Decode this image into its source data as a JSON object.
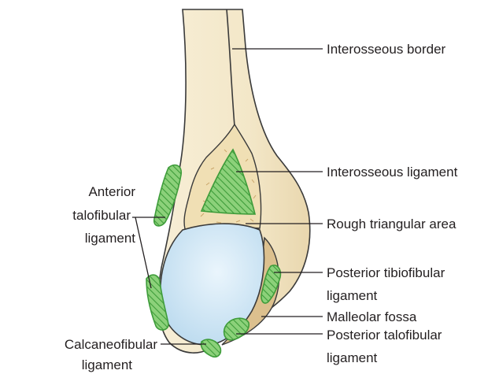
{
  "diagram": {
    "colors": {
      "bone": "#f3e7c8",
      "bone_shadow": "#e6d3a8",
      "rough_area": "#f0dfb4",
      "fossa": "#dcc08e",
      "articular_surface": "#cfe6f5",
      "ligament_fill": "#8cd17a",
      "ligament_stripe": "#3e9c3a",
      "outline": "#3a3a3a",
      "text": "#231f20"
    },
    "labels": {
      "interosseous_border": "Interosseous border",
      "interosseous_ligament": "Interosseous ligament",
      "rough_triangular_area": "Rough triangular area",
      "posterior_tibiofibular_ligament": [
        "Posterior tibiofibular",
        "ligament"
      ],
      "malleolar_fossa": "Malleolar fossa",
      "posterior_talofibular_ligament": [
        "Posterior talofibular",
        "ligament"
      ],
      "anterior_talofibular_ligament": [
        "Anterior",
        "talofibular",
        "ligament"
      ],
      "calcaneofibular_ligament": [
        "Calcaneofibular",
        "ligament"
      ]
    }
  }
}
